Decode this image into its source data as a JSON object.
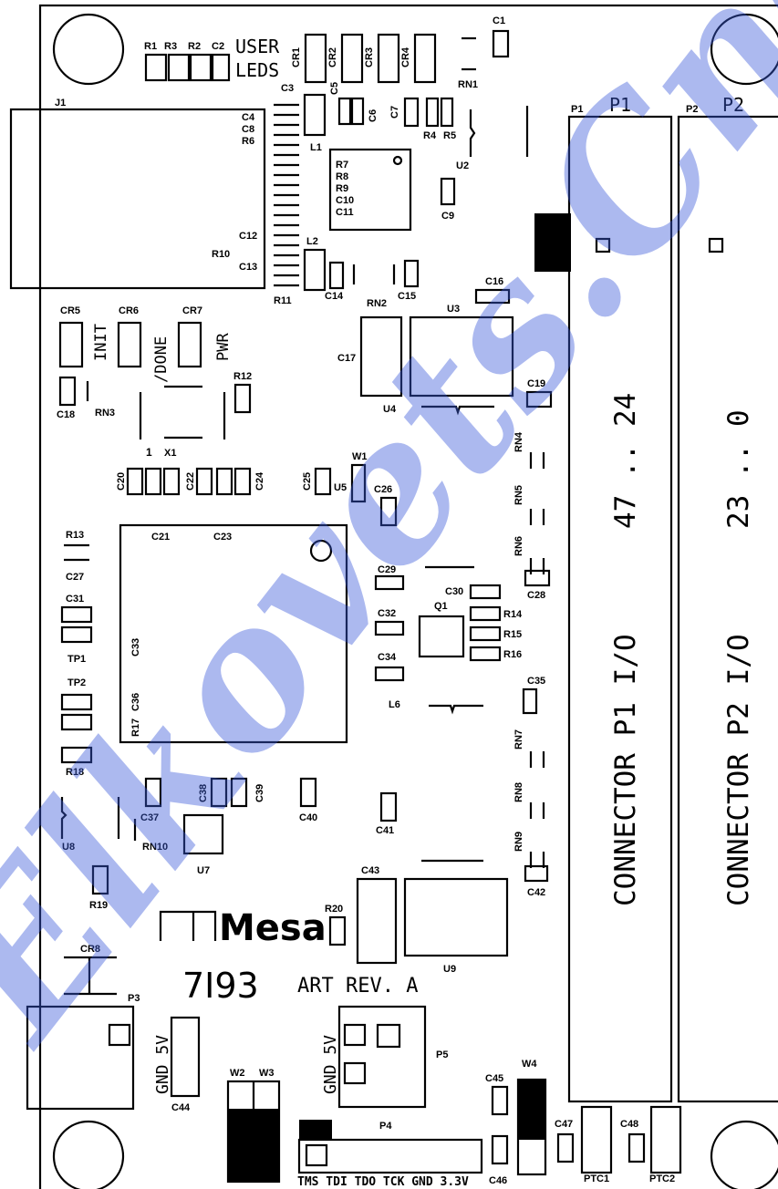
{
  "board": {
    "logo": "Mesa",
    "model": "7I93",
    "revision": "ART REV. A",
    "user_leds_label": [
      "USER",
      "LEDS"
    ]
  },
  "connectors": {
    "p1": {
      "ref": "P1",
      "ref_small": "P1",
      "pin_range": "47 .. 24",
      "title": "CONNECTOR P1 I/O"
    },
    "p2": {
      "ref": "P2",
      "ref_small": "P2",
      "pin_range": "23 .. 0",
      "title": "CONNECTOR P2 I/O"
    },
    "p3": {
      "ref": "P3",
      "label": "GND 5V"
    },
    "p4": {
      "ref": "P4",
      "pins": "TMS TDI TDO TCK GND 3.3V"
    },
    "p5": {
      "ref": "P5",
      "label": "GND 5V"
    }
  },
  "leds": {
    "init": "INIT",
    "done": "/DONE",
    "pwr": "PWR"
  },
  "refs": {
    "R1": "R1",
    "R3": "R3",
    "R2": "R2",
    "C2": "C2",
    "CR1": "CR1",
    "CR2": "CR2",
    "CR3": "CR3",
    "CR4": "CR4",
    "C1": "C1",
    "RN1": "RN1",
    "J1": "J1",
    "C3": "C3",
    "C4": "C4",
    "C8": "C8",
    "R6": "R6",
    "C5": "C5",
    "C6": "C6",
    "C7": "C7",
    "R4": "R4",
    "R5": "R5",
    "L1": "L1",
    "R7": "R7",
    "R8": "R8",
    "R9": "R9",
    "C10": "C10",
    "C11": "C11",
    "U2": "U2",
    "C9": "C9",
    "C12": "C12",
    "R10": "R10",
    "C13": "C13",
    "L2": "L2",
    "R11": "R11",
    "C14": "C14",
    "C15": "C15",
    "C16": "C16",
    "RN2": "RN2",
    "U3": "U3",
    "CR5": "CR5",
    "CR6": "CR6",
    "CR7": "CR7",
    "C17": "C17",
    "U4": "U4",
    "R12": "R12",
    "C18": "C18",
    "RN3": "RN3",
    "X1": "X1",
    "X1_pin": "1",
    "C19": "C19",
    "RN4": "RN4",
    "C20": "C20",
    "C22": "C22",
    "C24": "C24",
    "C25": "C25",
    "U5": "U5",
    "W1": "W1",
    "C26": "C26",
    "RN5": "RN5",
    "RN6": "RN6",
    "R13": "R13",
    "C21": "C21",
    "C23": "C23",
    "C27": "C27",
    "C29": "C29",
    "C28": "C28",
    "C30": "C30",
    "C31": "C31",
    "C33": "C33",
    "C32": "C32",
    "Q1": "Q1",
    "R14": "R14",
    "R15": "R15",
    "R16": "R16",
    "TP1": "TP1",
    "TP2": "TP2",
    "C34": "C34",
    "C35": "C35",
    "C36": "C36",
    "R17": "R17",
    "L6": "L6",
    "RN7": "RN7",
    "R18": "R18",
    "C38": "C38",
    "C39": "C39",
    "RN8": "RN8",
    "C37": "C37",
    "C40": "C40",
    "C41": "C41",
    "U8": "U8",
    "RN10": "RN10",
    "U7": "U7",
    "RN9": "RN9",
    "R19": "R19",
    "C43": "C43",
    "C42": "C42",
    "R20": "R20",
    "U9": "U9",
    "CR8": "CR8",
    "C44": "C44",
    "W2": "W2",
    "W3": "W3",
    "C45": "C45",
    "W4": "W4",
    "C46": "C46",
    "C47": "C47",
    "C48": "C48",
    "PTC1": "PTC1",
    "PTC2": "PTC2"
  },
  "watermark": "Elkovets.Cnc"
}
